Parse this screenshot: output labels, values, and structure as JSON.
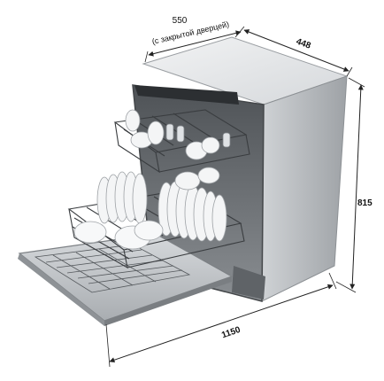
{
  "dimensions": {
    "depth_closed": {
      "value": "550",
      "note": "(с закрытой дверцей)"
    },
    "width": "448",
    "height": "815",
    "depth_open": "1150"
  },
  "colors": {
    "cabinet_side": "#b9bcbf",
    "cabinet_top": "#e4e6e8",
    "tub_interior": "#6e7378",
    "door_inner": "#c8cbce",
    "rack_wire": "#3a3d40",
    "dish_white": "#f4f5f6",
    "dimension_line": "#222222"
  }
}
